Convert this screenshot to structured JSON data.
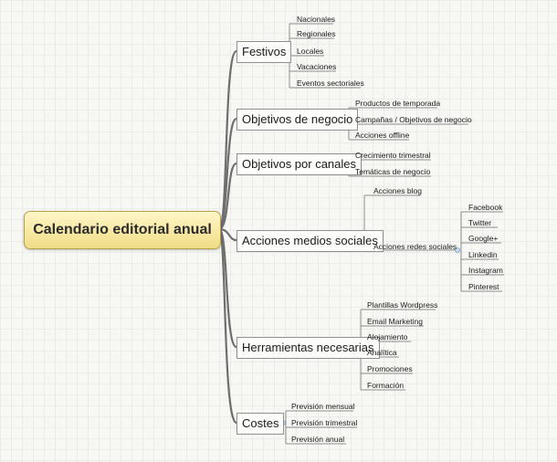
{
  "root": "Calendario editorial anual",
  "branches": [
    {
      "label": "Festivos",
      "children": [
        "Nacionales",
        "Regionales",
        "Locales",
        "Vacaciones",
        "Eventos sectoriales"
      ]
    },
    {
      "label": "Objetivos de negocio",
      "children": [
        "Productos de temporada",
        "Campañas / Objetivos de negocio",
        "Acciones offline"
      ]
    },
    {
      "label": "Objetivos por canales",
      "children": [
        "Crecimiento trimestral",
        "Temáticas de negocio"
      ]
    },
    {
      "label": "Acciones medios sociales",
      "children": [
        "Acciones blog",
        "Acciones redes sociales"
      ],
      "sub": [
        "Facebook",
        "Twitter",
        "Google+",
        "Linkedin",
        "Instagram",
        "Pinterest"
      ]
    },
    {
      "label": "Herramientas necesarias",
      "children": [
        "Plantillas Wordpress",
        "Email Marketing",
        "Alojamiento",
        "Analítica",
        "Promociones",
        "Formación"
      ]
    },
    {
      "label": "Costes",
      "children": [
        "Previsión mensual",
        "Previsión trimestral",
        "Previsión anual"
      ]
    }
  ],
  "colors": {
    "branch_line": "#6e6e6e",
    "leaf_line": "#8c8c8c",
    "root_fill": "#f5e39a",
    "root_border": "#b9a14a"
  }
}
